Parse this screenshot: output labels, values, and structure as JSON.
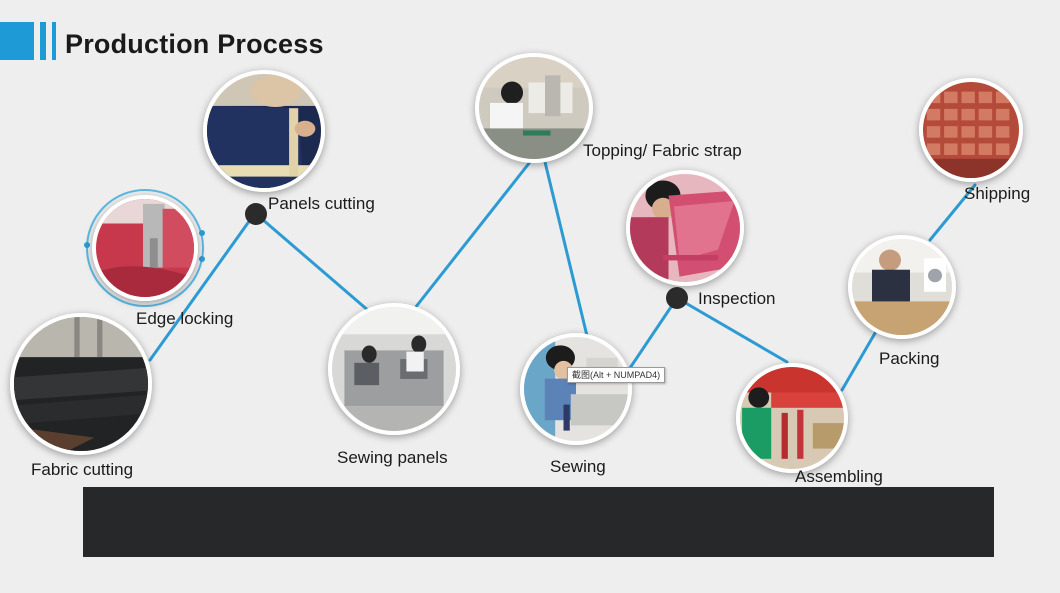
{
  "header": {
    "title": "Production Process"
  },
  "steps": [
    {
      "label": "Fabric cutting"
    },
    {
      "label": "Edge locking"
    },
    {
      "label": "Panels cutting"
    },
    {
      "label": "Sewing panels"
    },
    {
      "label": "Topping/ Fabric strap"
    },
    {
      "label": "Sewing"
    },
    {
      "label": "Inspection"
    },
    {
      "label": "Assembling"
    },
    {
      "label": "Packing"
    },
    {
      "label": "Shipping"
    }
  ],
  "tooltip": {
    "text": "截图(Alt + NUMPAD4)"
  },
  "colors": {
    "accent": "#1e9bd7",
    "connector": "#2d9bd3",
    "node": "#2b2b2b",
    "footer": "#272829",
    "background": "#eeeeee"
  }
}
